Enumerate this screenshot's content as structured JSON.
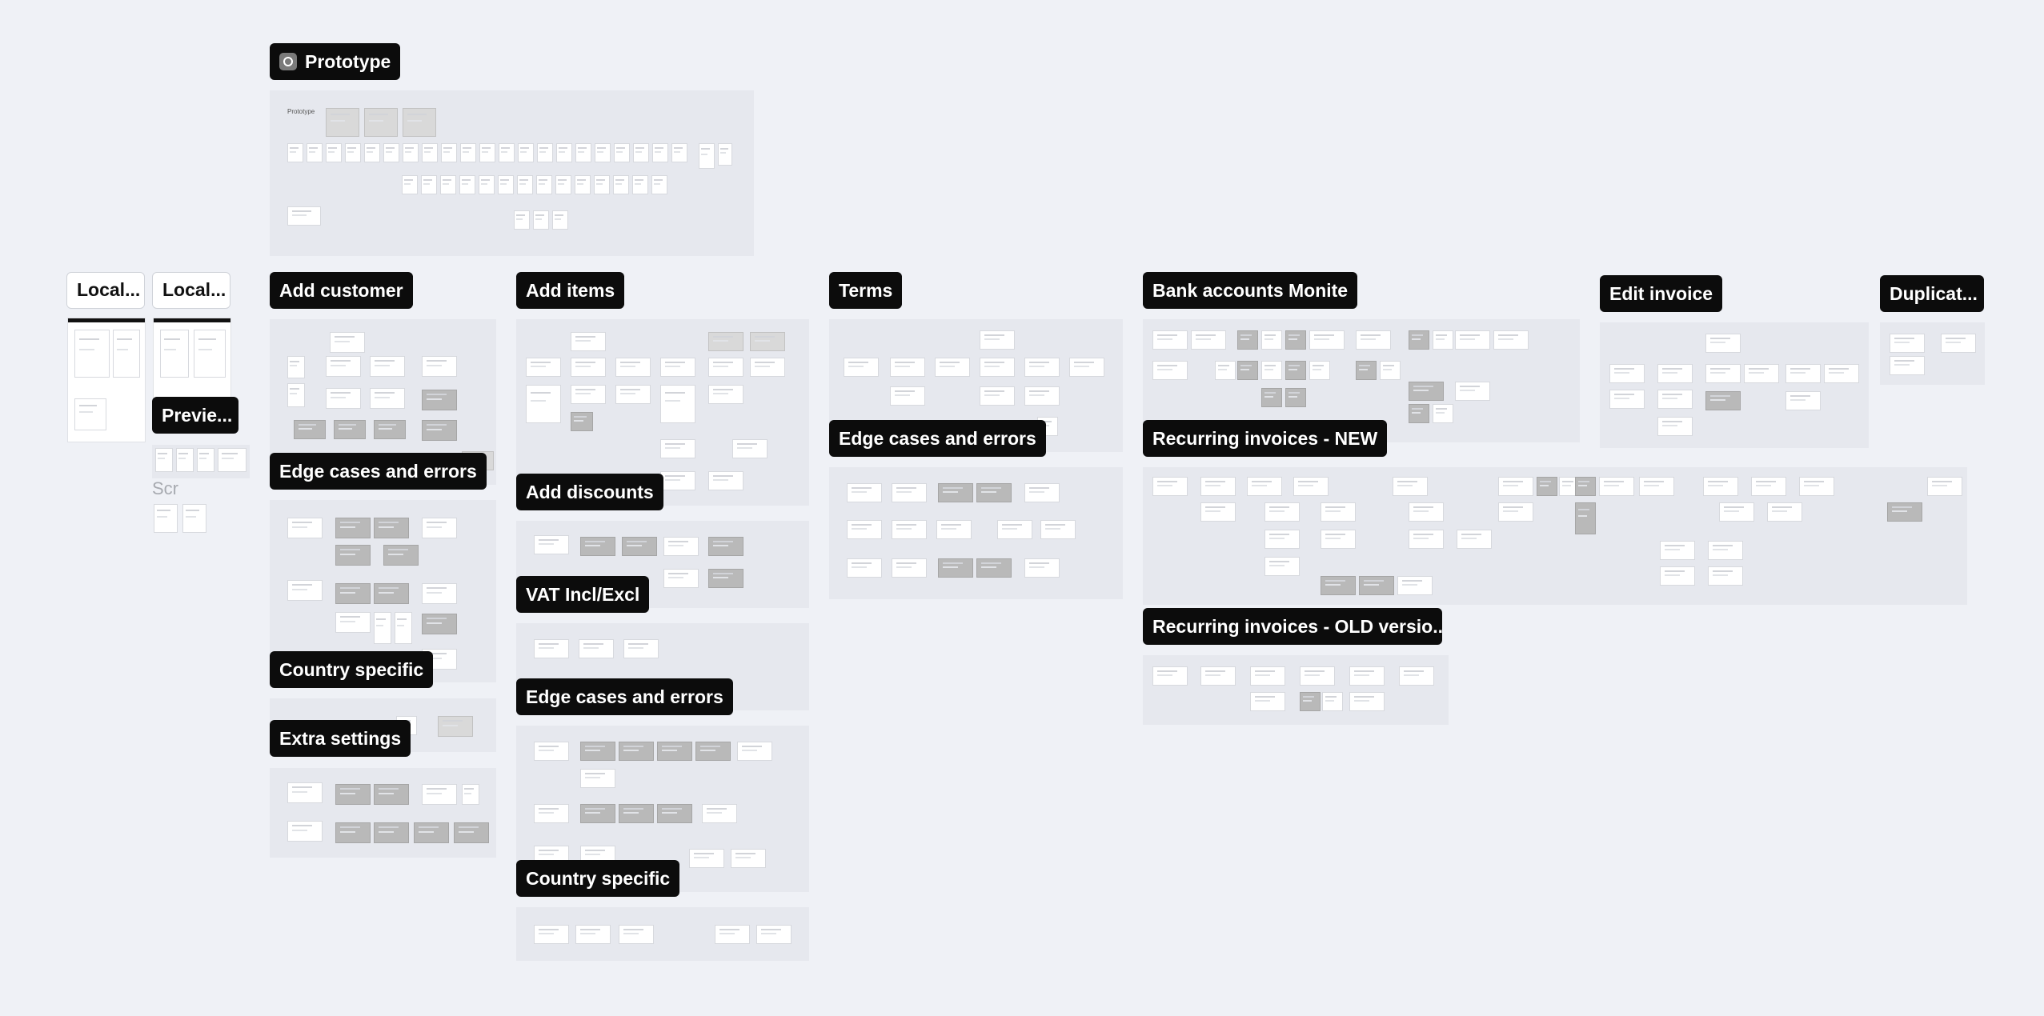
{
  "canvas": {
    "background": "#eff1f6",
    "section_fill": "#e6e8ee",
    "label_fill": "#0c0c0c",
    "label_text": "#ffffff"
  },
  "sections": {
    "prototype": {
      "label": "Prototype",
      "icon": "prototype-icon",
      "inner_label": "Prototype"
    },
    "local_1": {
      "label": "Local..."
    },
    "local_2": {
      "label": "Local..."
    },
    "preview": {
      "label": "Previe...",
      "ghost_text": "Scr"
    },
    "add_customer": {
      "label": "Add customer"
    },
    "edge_cases_customer": {
      "label": "Edge cases and errors"
    },
    "country_specific_customer": {
      "label": "Country specific"
    },
    "extra_settings": {
      "label": "Extra settings"
    },
    "add_items": {
      "label": "Add items"
    },
    "add_discounts": {
      "label": "Add discounts"
    },
    "vat": {
      "label": "VAT Incl/Excl"
    },
    "edge_cases_items": {
      "label": "Edge cases and errors"
    },
    "country_specific_items": {
      "label": "Country specific"
    },
    "terms": {
      "label": "Terms"
    },
    "edge_cases_terms": {
      "label": "Edge cases and errors"
    },
    "bank_accounts": {
      "label": "Bank accounts Monite"
    },
    "recurring_new": {
      "label": "Recurring invoices - NEW"
    },
    "recurring_old": {
      "label": "Recurring invoices - OLD versio..."
    },
    "edit_invoice": {
      "label": "Edit invoice"
    },
    "duplicate": {
      "label": "Duplicat..."
    }
  }
}
